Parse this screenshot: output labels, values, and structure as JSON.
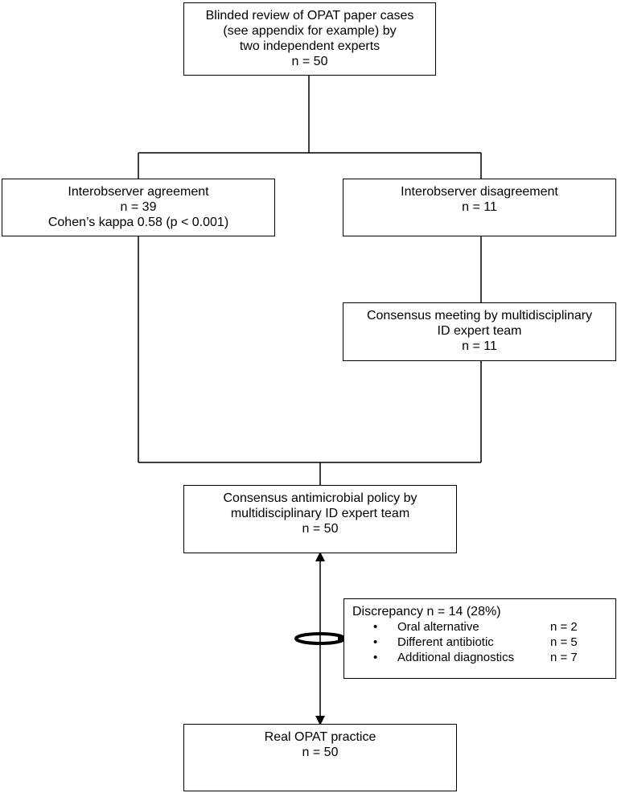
{
  "boxes": {
    "review": {
      "lines": [
        "Blinded review of OPAT paper cases",
        "(see appendix for example) by",
        "two independent experts",
        "n = 50"
      ]
    },
    "agreement": {
      "lines": [
        "Interobserver agreement",
        "n = 39",
        "Cohen’s kappa 0.58 (p < 0.001)"
      ]
    },
    "disagreement": {
      "lines": [
        "Interobserver disagreement",
        "n = 11"
      ]
    },
    "consensus_meeting": {
      "lines": [
        "Consensus meeting by multidisciplinary",
        "ID expert team",
        "n = 11"
      ]
    },
    "consensus_policy": {
      "lines": [
        "Consensus antimicrobial policy by",
        "multidisciplinary ID expert team",
        "n = 50"
      ]
    },
    "discrepancy": {
      "title": "Discrepancy n = 14 (28%)",
      "items": [
        {
          "label": "Oral alternative",
          "count": "n = 2"
        },
        {
          "label": "Different antibiotic",
          "count": "n = 5"
        },
        {
          "label": "Additional diagnostics",
          "count": "n = 7"
        }
      ]
    },
    "real_practice": {
      "lines": [
        "Real OPAT practice",
        "n = 50"
      ]
    }
  },
  "bullet_glyph": "•"
}
